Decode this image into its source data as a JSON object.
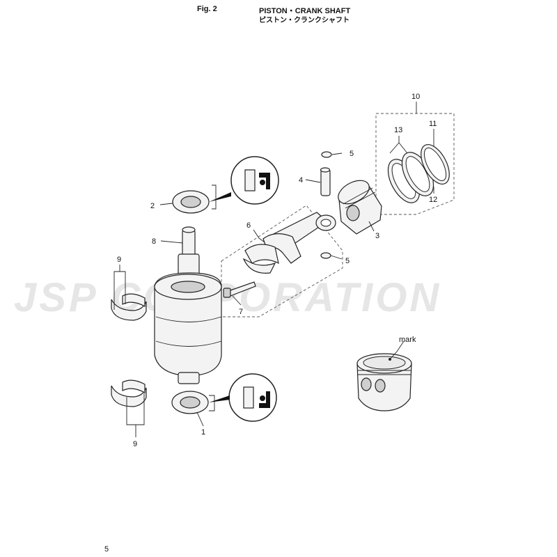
{
  "header": {
    "figure_label": "Fig. 2",
    "title_en": "PISTON・CRANK SHAFT",
    "title_jp": "ピストン・クランクシャフト"
  },
  "watermark": {
    "text": "JSP CORPORATION",
    "color": "#e6e6e6"
  },
  "callouts": [
    {
      "id": "c1",
      "label": "1"
    },
    {
      "id": "c2",
      "label": "2"
    },
    {
      "id": "c3",
      "label": "3"
    },
    {
      "id": "c4",
      "label": "4"
    },
    {
      "id": "c5a",
      "label": "5"
    },
    {
      "id": "c5b",
      "label": "5"
    },
    {
      "id": "c6",
      "label": "6"
    },
    {
      "id": "c7",
      "label": "7"
    },
    {
      "id": "c8",
      "label": "8"
    },
    {
      "id": "c9a",
      "label": "9"
    },
    {
      "id": "c9b",
      "label": "9"
    },
    {
      "id": "c10",
      "label": "10"
    },
    {
      "id": "c11",
      "label": "11"
    },
    {
      "id": "c12",
      "label": "12"
    },
    {
      "id": "c13",
      "label": "13"
    }
  ],
  "mark_label": "mark",
  "page_number": "5"
}
